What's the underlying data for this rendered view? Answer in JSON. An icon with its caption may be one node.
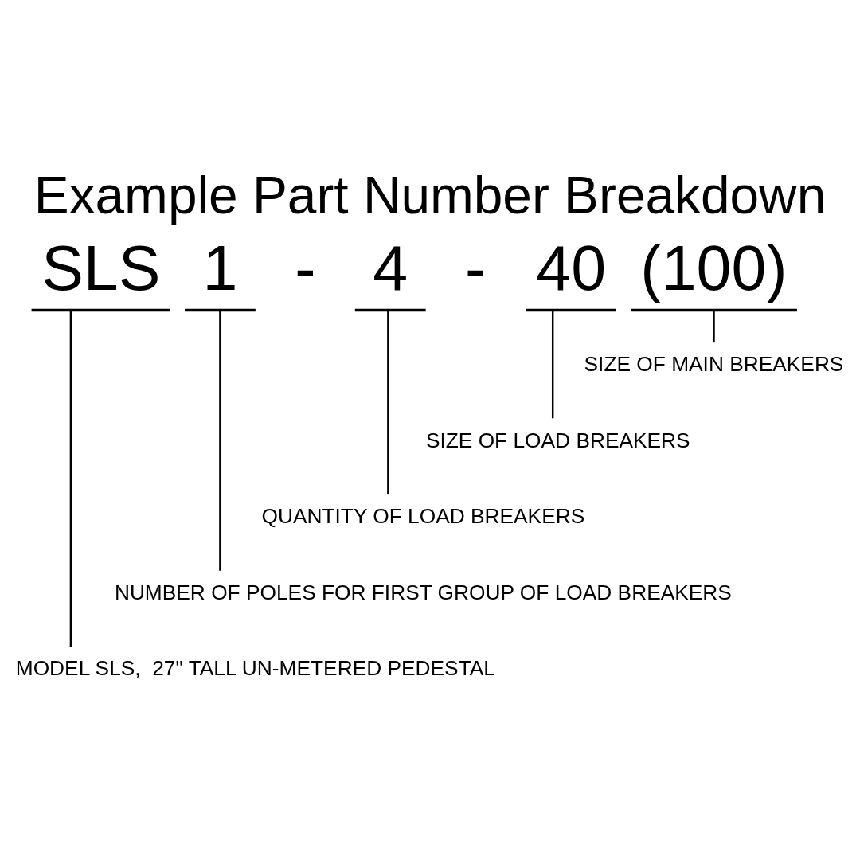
{
  "diagram": {
    "title": "Example Part Number Breakdown",
    "nodes": [
      {
        "text": [
          "SLS"
        ]
      },
      {
        "text": [
          "1"
        ]
      },
      {
        "text": [
          "4"
        ]
      },
      {
        "text": [
          "40"
        ]
      },
      {
        "text": [
          "(100)"
        ]
      },
      {
        "text": [
          "SIZE OF MAIN BREAKERS"
        ]
      },
      {
        "text": [
          "SIZE OF LOAD BREAKERS"
        ]
      },
      {
        "text": [
          "QUANTITY OF LOAD BREAKERS"
        ]
      },
      {
        "text": [
          "NUMBER OF POLES FOR FIRST GROUP OF LOAD BREAKERS"
        ]
      },
      {
        "text": [
          "MODEL SLS,  27\" TALL UN-METERED PEDESTAL"
        ]
      }
    ],
    "edges": [
      {
        "from": 4,
        "to": 5,
        "arrow": "none"
      },
      {
        "from": 3,
        "to": 6,
        "arrow": "none"
      },
      {
        "from": 2,
        "to": 7,
        "arrow": "none"
      },
      {
        "from": 1,
        "to": 8,
        "arrow": "none"
      },
      {
        "from": 0,
        "to": 9,
        "arrow": "none"
      }
    ],
    "labels": [
      "-",
      "-"
    ]
  }
}
